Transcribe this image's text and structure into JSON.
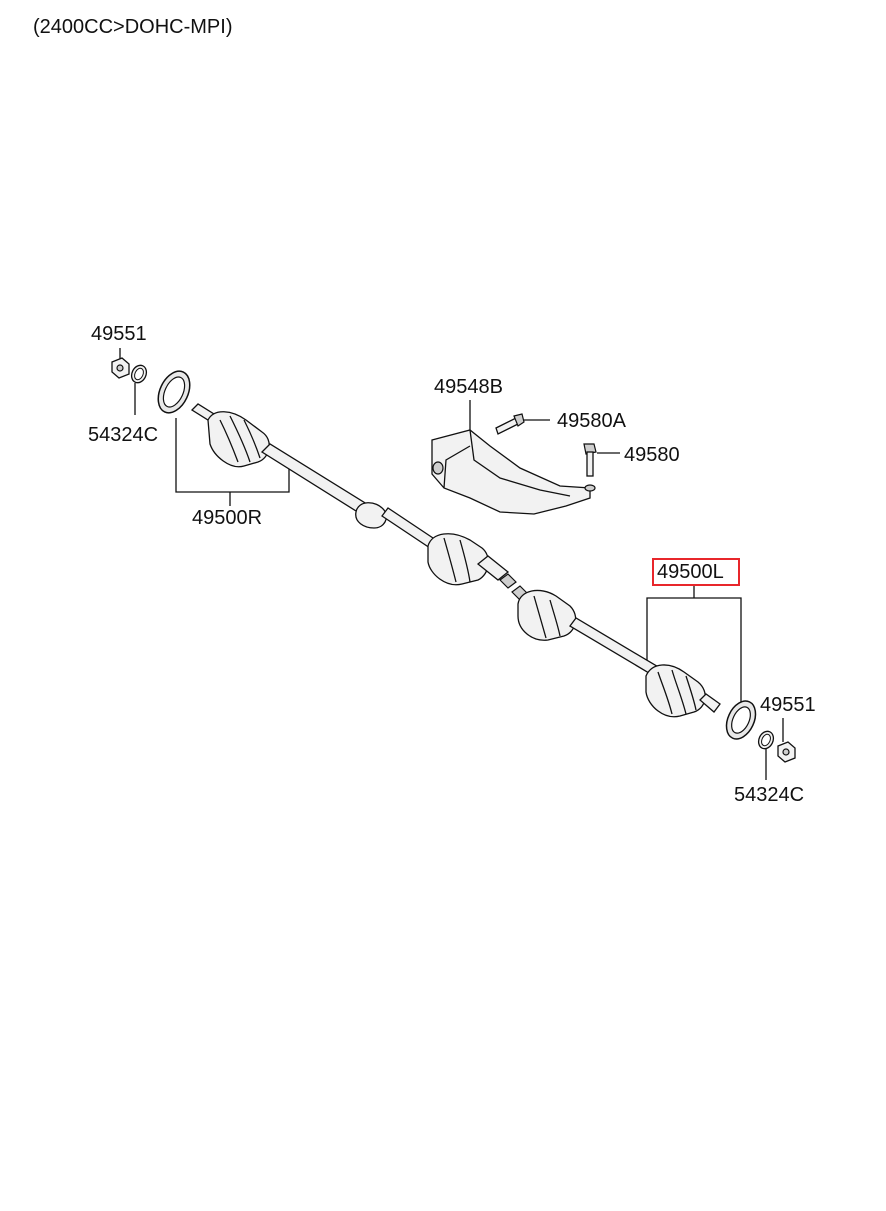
{
  "header": {
    "caption": "(2400CC>DOHC-MPI)"
  },
  "colors": {
    "highlight": "#e8262b",
    "line": "#111111"
  },
  "labels": {
    "nut_right": "49551",
    "ring_right": "54324C",
    "shaft_right": "49500R",
    "bracket": "49548B",
    "bolt_a": "49580A",
    "bolt": "49580",
    "shaft_left": "49500L",
    "nut_left": "49551",
    "ring_left": "54324C"
  }
}
